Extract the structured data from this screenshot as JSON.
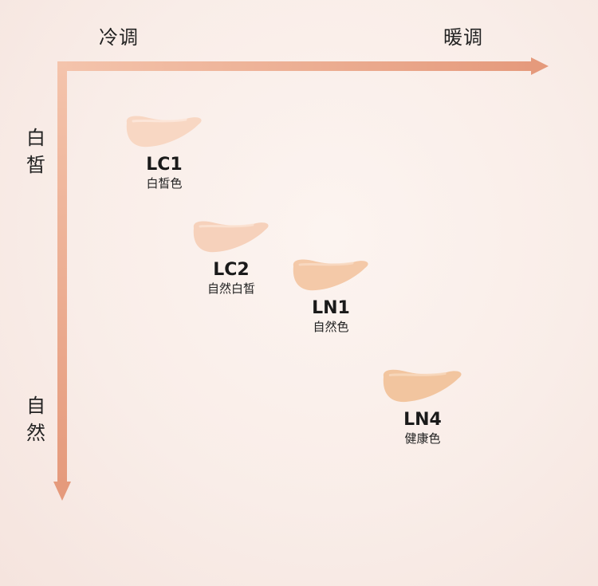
{
  "axes": {
    "x_start_label": "冷调",
    "x_end_label": "暖调",
    "y_start_label": "白皙",
    "y_end_label": "自然"
  },
  "shades": [
    {
      "code": "LC1",
      "name": "白皙色",
      "color": "#f8d7c3"
    },
    {
      "code": "LC2",
      "name": "自然白皙",
      "color": "#f6d1bb"
    },
    {
      "code": "LN1",
      "name": "自然色",
      "color": "#f4c9a8"
    },
    {
      "code": "LN4",
      "name": "健康色",
      "color": "#f2c59f"
    }
  ],
  "colors": {
    "axis": "#e8a88c",
    "background": "#f9ede8"
  }
}
